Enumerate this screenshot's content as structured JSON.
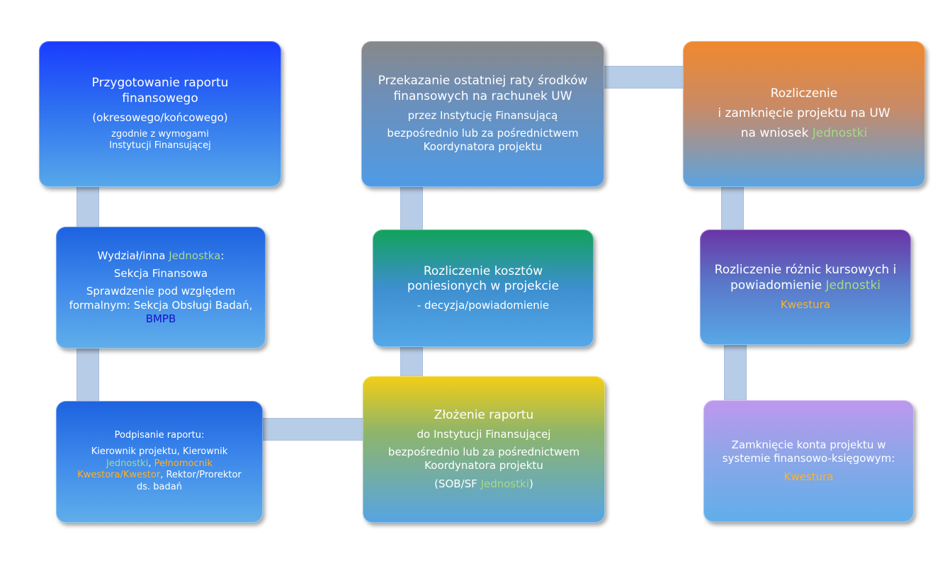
{
  "boxes": {
    "b1": {
      "title1": "Przygotowanie raportu",
      "title2": "finansowego",
      "sub": "(okresowego/końcowego)",
      "note1": "zgodnie z wymogami",
      "note2": "Instytucji Finansującej"
    },
    "b2": {
      "head_a": "Wydział/inna ",
      "head_b": "Jednostka",
      "head_c": ":",
      "line2": "Sekcja Finansowa",
      "line3": "Sprawdzenie pod względem",
      "line4": "formalnym: Sekcja Obsługi Badań,",
      "line5": "BMPB"
    },
    "b3": {
      "head": "Podpisanie raportu:",
      "l1": "Kierownik projektu, Kierownik",
      "l2a": "Jednostki",
      "l2b": ", ",
      "l2c": "Pełnomocnik",
      "l3a": "Kwestora/Kwestor",
      "l3b": ", Rektor/Prorektor",
      "l4": "ds. badań"
    },
    "b4": {
      "title1": "Przekazanie ostatniej raty środków",
      "title2": "finansowych na rachunek UW",
      "l3": "przez Instytucję Finansującą",
      "l4": "bezpośrednio lub za pośrednictwem",
      "l5": "Koordynatora projektu"
    },
    "b5": {
      "title1": "Rozliczenie kosztów",
      "title2": "poniesionych w projekcie",
      "l3": "- decyzja/powiadomienie"
    },
    "b6": {
      "title": "Złożenie raportu",
      "l2": "do Instytucji Finansującej",
      "l3": "bezpośrednio lub za pośrednictwem",
      "l4": "Koordynatora projektu",
      "l5a": "(SOB/SF ",
      "l5b": "Jednostki",
      "l5c": ")"
    },
    "b7": {
      "l1": "Rozliczenie",
      "l2": "i zamknięcie projektu na UW",
      "l3a": "na wniosek ",
      "l3b": "Jednostki"
    },
    "b8": {
      "l1": "Rozliczenie różnic kursowych i",
      "l2a": "powiadomienie ",
      "l2b": "Jednostki",
      "l3": "Kwestura"
    },
    "b9": {
      "l1": "Zamknięcie konta projektu w",
      "l2": "systemie finansowo-księgowym:",
      "l3": "Kwestura"
    }
  },
  "colors": {
    "connector": "#b7cce6",
    "highlight_green": "#a8d98a",
    "highlight_orange": "#ffb12a",
    "highlight_navy": "#1414c8"
  }
}
